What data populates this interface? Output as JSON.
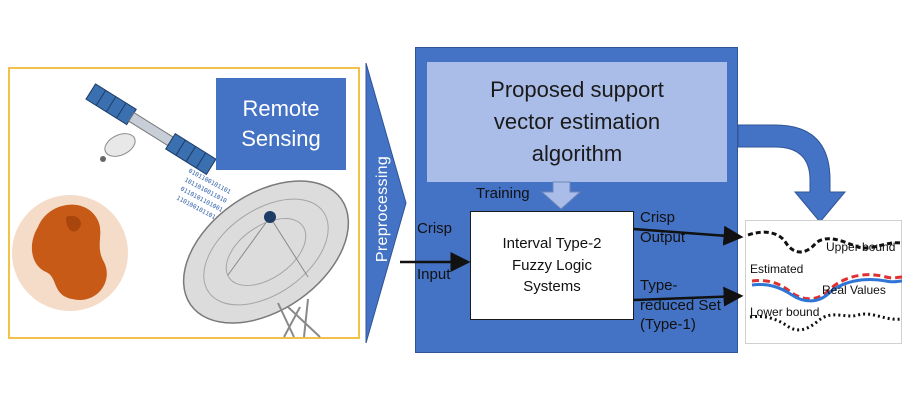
{
  "remote_sensing": {
    "label": "Remote\nSensing"
  },
  "preprocessing": {
    "label": "Preprocessing"
  },
  "proposal": {
    "label": "Proposed support\nvector estimation\nalgorithm"
  },
  "training": {
    "label": "Training"
  },
  "input": {
    "crisp": "Crisp",
    "input": "Input"
  },
  "fls": {
    "label": "Interval Type-2\nFuzzy Logic\nSystems"
  },
  "outputs": {
    "crisp_output": "Crisp\nOutput",
    "type_reduced": "Type-\nreduced Set\n(Type-1)"
  },
  "plot": {
    "upper_bound": "Upper bound",
    "estimated": "Estimated",
    "real_values": "Real Values",
    "lower_bound": "Lower bound"
  },
  "colors": {
    "panel_blue": "#4472c4",
    "light_blue": "#a9bde8",
    "frame_yellow": "#f2c14a",
    "estimated_red": "#e03030",
    "real_blue": "#2e75d6",
    "bound_black": "#111111"
  }
}
